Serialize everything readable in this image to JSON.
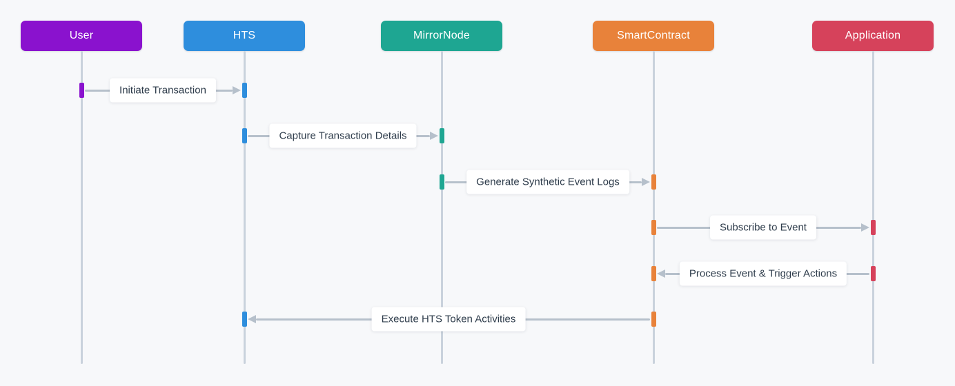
{
  "diagram": {
    "type": "sequence-diagram",
    "colors": {
      "background": "#f7f8fa",
      "lifeline": "#c9d2dc",
      "arrow": "#b6c0cb",
      "label_background": "#ffffff",
      "label_text": "#2e3c4b",
      "actor_text": "#ffffff"
    },
    "actors": [
      {
        "id": "user",
        "label": "User",
        "color": "#8a12ce"
      },
      {
        "id": "hts",
        "label": "HTS",
        "color": "#2e8edd"
      },
      {
        "id": "mirrornode",
        "label": "MirrorNode",
        "color": "#1ea692"
      },
      {
        "id": "smartcontract",
        "label": "SmartContract",
        "color": "#e8823a"
      },
      {
        "id": "application",
        "label": "Application",
        "color": "#d6425b"
      }
    ],
    "messages": [
      {
        "label": "Initiate Transaction",
        "from": "User",
        "to": "HTS",
        "direction": "right"
      },
      {
        "label": "Capture Transaction Details",
        "from": "HTS",
        "to": "MirrorNode",
        "direction": "right"
      },
      {
        "label": "Generate Synthetic Event Logs",
        "from": "MirrorNode",
        "to": "SmartContract",
        "direction": "right"
      },
      {
        "label": "Subscribe to Event",
        "from": "SmartContract",
        "to": "Application",
        "direction": "right"
      },
      {
        "label": "Process Event & Trigger Actions",
        "from": "Application",
        "to": "SmartContract",
        "direction": "left"
      },
      {
        "label": "Execute HTS Token Activities",
        "from": "SmartContract",
        "to": "HTS",
        "direction": "left"
      }
    ]
  }
}
